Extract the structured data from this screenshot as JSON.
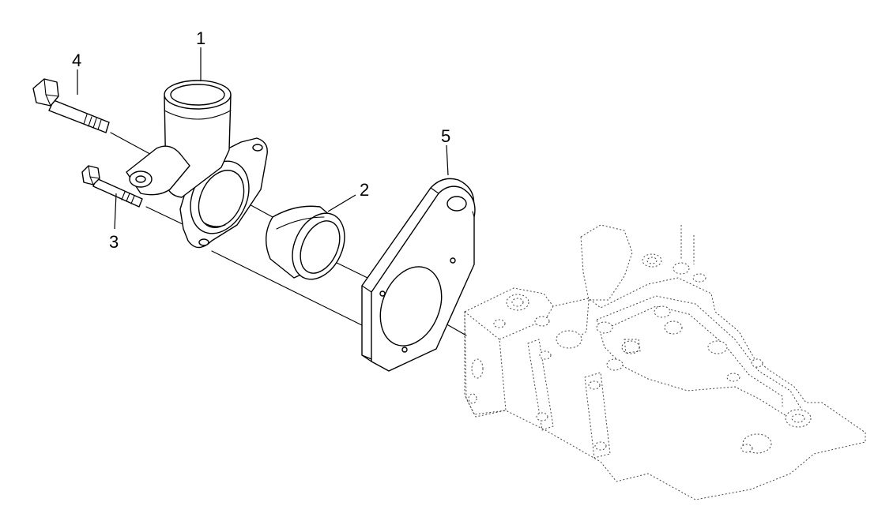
{
  "callouts": {
    "c1": "1",
    "c2": "2",
    "c3": "3",
    "c4": "4",
    "c5": "5"
  },
  "colors": {
    "line": "#000000",
    "background": "#ffffff",
    "hidden_line": "#444444"
  }
}
